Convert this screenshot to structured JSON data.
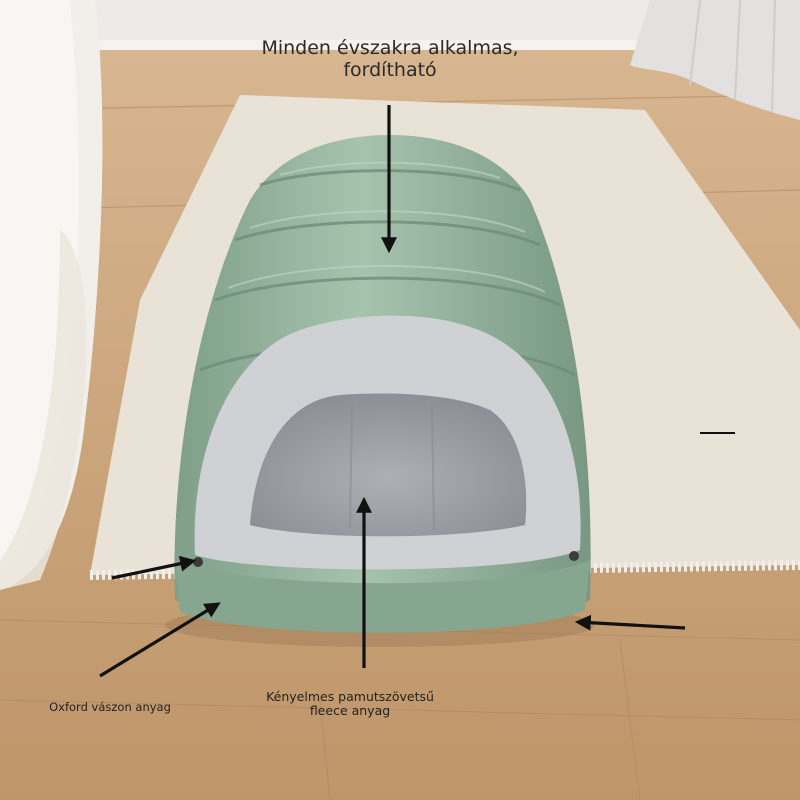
{
  "annotations": {
    "top_line1": "Minden évszakra alkalmas,",
    "top_line2": "fordítható",
    "oxford": "Oxford vászon anyag",
    "fleece_line1": "Kényelmes pamutszövetsű",
    "fleece_line2": "fleece anyag"
  },
  "colors": {
    "bed_green": "#8fb09a",
    "fleece_grey": "#c7c8cc",
    "rug": "#e9e2d6",
    "floor": "#c9a27a",
    "wall": "#ecebea",
    "arrow": "#111111"
  }
}
